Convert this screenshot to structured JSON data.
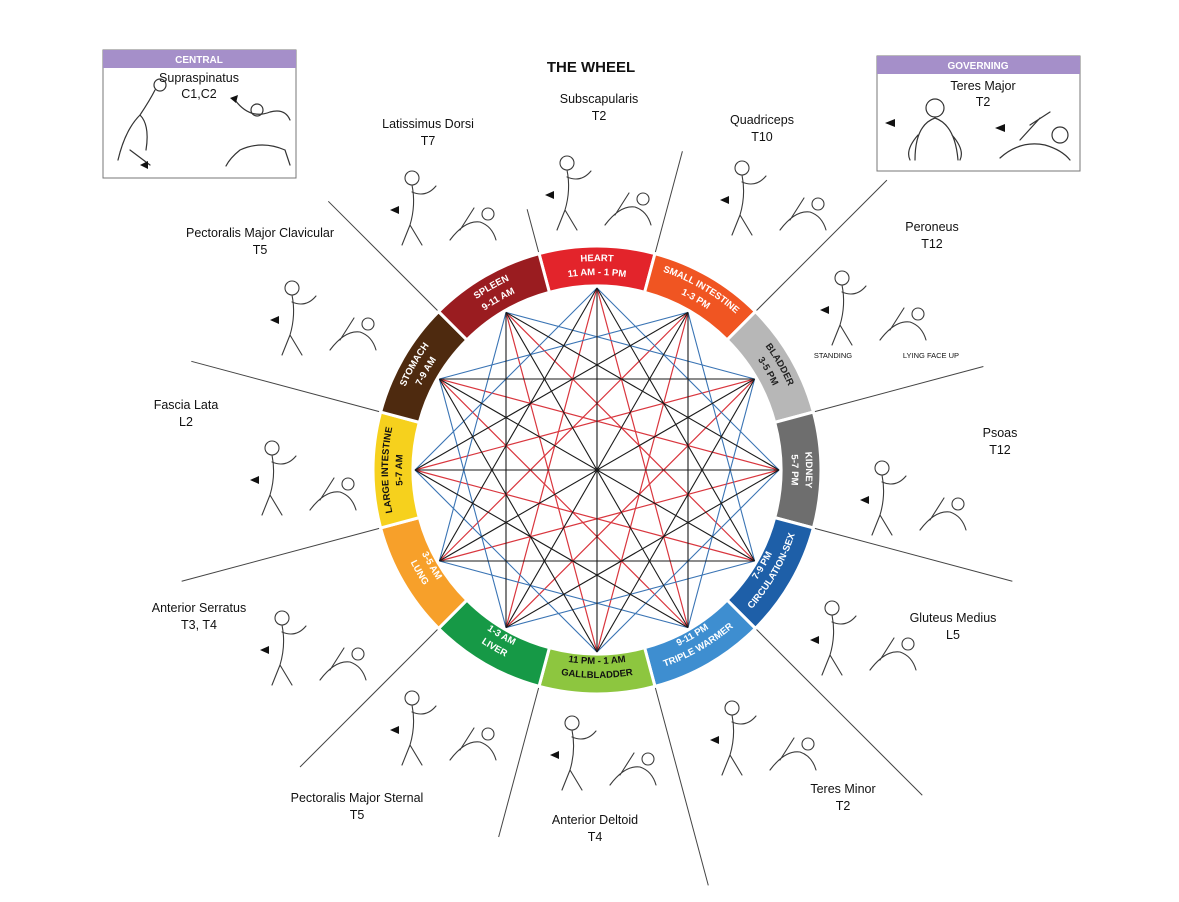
{
  "title": "THE WHEEL",
  "colors": {
    "accent_box_header": "#a58fc9",
    "line_red": "#d9363e",
    "line_blue": "#3a74b4",
    "line_black": "#1a1a1a",
    "spoke": "#444444"
  },
  "central_box": {
    "header": "CENTRAL",
    "muscle": "Supraspinatus",
    "level": "C1,C2"
  },
  "governing_box": {
    "header": "GOVERNING",
    "muscle": "Teres Major",
    "level": "T2"
  },
  "segments": [
    {
      "organ": "HEART",
      "time": "11 AM - 1 PM",
      "color": "#e3242b",
      "text_color": "#ffffff"
    },
    {
      "organ": "SMALL INTESTINE",
      "time": "1-3 PM",
      "color": "#f05522",
      "text_color": "#ffffff"
    },
    {
      "organ": "BLADDER",
      "time": "3-5 PM",
      "color": "#b7b7b7",
      "text_color": "#222222"
    },
    {
      "organ": "KIDNEY",
      "time": "5-7 PM",
      "color": "#6e6e6e",
      "text_color": "#ffffff"
    },
    {
      "organ": "CIRCULATION-SEX",
      "time": "7-9 PM",
      "color": "#1e5fa8",
      "text_color": "#ffffff"
    },
    {
      "organ": "TRIPLE WARMER",
      "time": "9-11 PM",
      "color": "#3e8ed0",
      "text_color": "#ffffff"
    },
    {
      "organ": "GALLBLADDER",
      "time": "11 PM - 1 AM",
      "color": "#8dc63f",
      "text_color": "#111111"
    },
    {
      "organ": "LIVER",
      "time": "1-3 AM",
      "color": "#169946",
      "text_color": "#ffffff"
    },
    {
      "organ": "LUNG",
      "time": "3-5 AM",
      "color": "#f7a02a",
      "text_color": "#ffffff"
    },
    {
      "organ": "LARGE INTESTINE",
      "time": "5-7 AM",
      "color": "#f6d11d",
      "text_color": "#111111"
    },
    {
      "organ": "STOMACH",
      "time": "7-9 AM",
      "color": "#4e2a0f",
      "text_color": "#ffffff"
    },
    {
      "organ": "SPLEEN",
      "time": "9-11 AM",
      "color": "#9a1c20",
      "text_color": "#ffffff"
    }
  ],
  "muscles": [
    {
      "name": "Subscapularis",
      "level": "T2"
    },
    {
      "name": "Quadriceps",
      "level": "T10"
    },
    {
      "name": "Peroneus",
      "level": "T12",
      "captions": [
        "STANDING",
        "LYING FACE UP"
      ]
    },
    {
      "name": "Psoas",
      "level": "T12"
    },
    {
      "name": "Gluteus Medius",
      "level": "L5"
    },
    {
      "name": "Teres Minor",
      "level": "T2"
    },
    {
      "name": "Anterior Deltoid",
      "level": "T4"
    },
    {
      "name": "Pectoralis Major Sternal",
      "level": "T5"
    },
    {
      "name": "Anterior Serratus",
      "level": "T3, T4"
    },
    {
      "name": "Fascia Lata",
      "level": "L2"
    },
    {
      "name": "Pectoralis Major Clavicular",
      "level": "T5"
    },
    {
      "name": "Latissimus Dorsi",
      "level": "T7"
    }
  ]
}
